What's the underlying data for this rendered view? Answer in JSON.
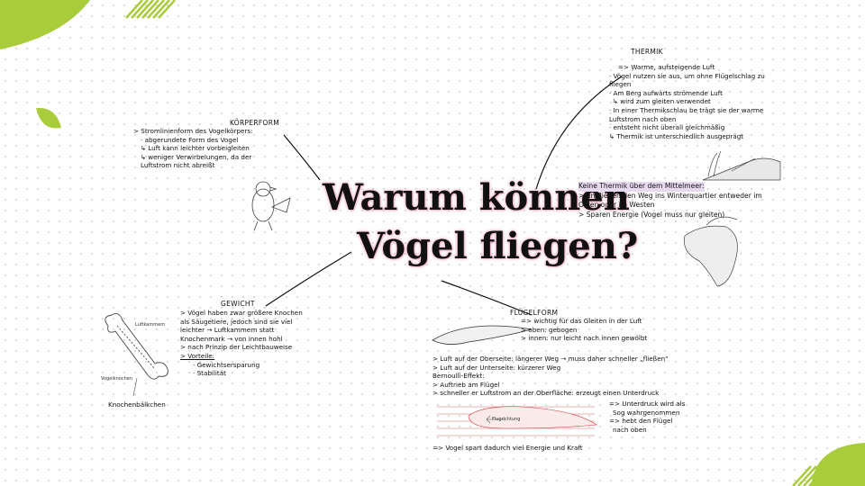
{
  "title": {
    "line1": "Warum können",
    "line2": "Vögel fliegen?"
  },
  "colors": {
    "accent_green": "#a8cc3a",
    "title_glow": "#eeb0c9",
    "highlight": "#e6d9f0"
  },
  "koerperform": {
    "heading": "KÖRPERFORM",
    "lines": [
      "> Stromlinienform des Vogelkörpers:",
      "· abgerundete Form des Vogel",
      "↳ Luft kann leichter vorbeigleiten",
      "↳ weniger Verwirbelungen, da der",
      "Luftstrom nicht abreißt"
    ]
  },
  "thermik": {
    "heading": "THERMIK",
    "lines": [
      "=> Warme, aufsteigende Luft",
      "· Vögel nutzen sie aus, um ohne Flügelschlag zu",
      "fliegen",
      "· Am Berg aufwärts strömende Luft",
      "↳ wird zum gleiten verwendet",
      "· In einer Thermikschlau be trägt sie der warme",
      "Luftstrom nach oben",
      "· entsteht nicht überall gleichmäßig",
      "↳ Thermik ist unterschiedlich ausgeprägt"
    ]
  },
  "mittelmeer": {
    "heading": "Keine Thermik über dem Mittelmeer:",
    "lines": [
      "> umfliegen den Weg ins Winterquartier entweder im",
      "Osten oder im Westen",
      "> Sparen Energie (Vogel muss nur gleiten)"
    ]
  },
  "gewicht": {
    "heading": "GEWICHT",
    "lines": [
      "> Vögel haben zwar größere Knochen",
      "als Säugetiere, jedoch sind sie viel",
      "leichter → Luftkammern statt",
      "Knochenmark → von innen hohl",
      "> nach Prinzip der Leichtbauweise",
      "> Vorteile:",
      "· Gewichtsersparung",
      "· Stabilität"
    ],
    "bone_labels": {
      "luftkammern": "Luftkammern",
      "vogelknochen": "Vogelknochen"
    },
    "caption": "Knochenbälkchen"
  },
  "fluegelform": {
    "heading": "FLÜGELFORM",
    "lines": [
      "=> wichtig für das Gleiten in der Luft",
      "> oben: gebogen",
      "> innen: nur leicht nach innen gewölbt"
    ],
    "lines2": [
      "> Luft auf der Oberseite: längerer Weg → muss daher schneller „fließen\"",
      "> Luft auf der Unterseite: kürzerer Weg",
      "Bernoulli-Effekt:",
      "> Auftrieb am Flügel",
      "> schneller er Luftstrom an der Oberfläche: erzeugt einen Unterdruck"
    ],
    "airfoil_label": "Flugrichtung",
    "effect_lines": [
      "=> Unterdruck wird als",
      "Sog wahrgenommen",
      "=> hebt den Flügel",
      "nach oben"
    ],
    "conclusion": "=> Vogel spart dadurch viel Energie und Kraft"
  }
}
